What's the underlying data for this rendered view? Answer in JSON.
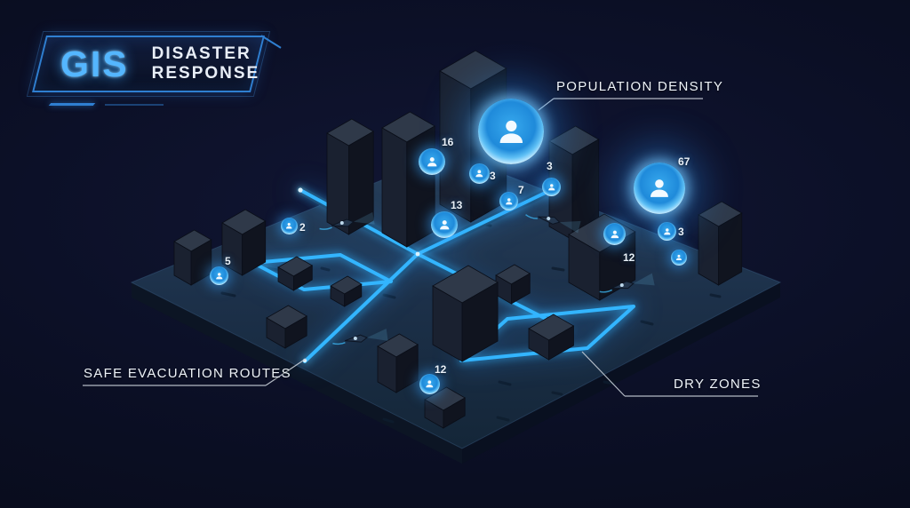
{
  "header": {
    "logo_acronym": "GIS",
    "title_line1": "DISASTER",
    "title_line2": "RESPONSE"
  },
  "map": {
    "labels": {
      "population_density": "POPULATION DENSITY",
      "safe_evacuation_routes": "SAFE EVACUATION ROUTES",
      "dry_zones": "DRY ZONES"
    },
    "markers": [
      {
        "count": null
      },
      {
        "count": "67"
      },
      {
        "count": "16"
      },
      {
        "count": "3"
      },
      {
        "count": "3"
      },
      {
        "count": "7"
      },
      {
        "count": "13"
      },
      {
        "count": "12"
      },
      {
        "count": "3"
      },
      {
        "count": null
      },
      {
        "count": "2"
      },
      {
        "count": "5"
      },
      {
        "count": "12"
      }
    ]
  },
  "icons": {
    "person": "person-silhouette-icon",
    "boat": "boat-icon"
  },
  "colors": {
    "background": "#0b0f25",
    "accent_blue": "#3aa6ff",
    "route_glow": "#33b5ff",
    "platform": "#1c3049",
    "text": "#eef3f9"
  }
}
